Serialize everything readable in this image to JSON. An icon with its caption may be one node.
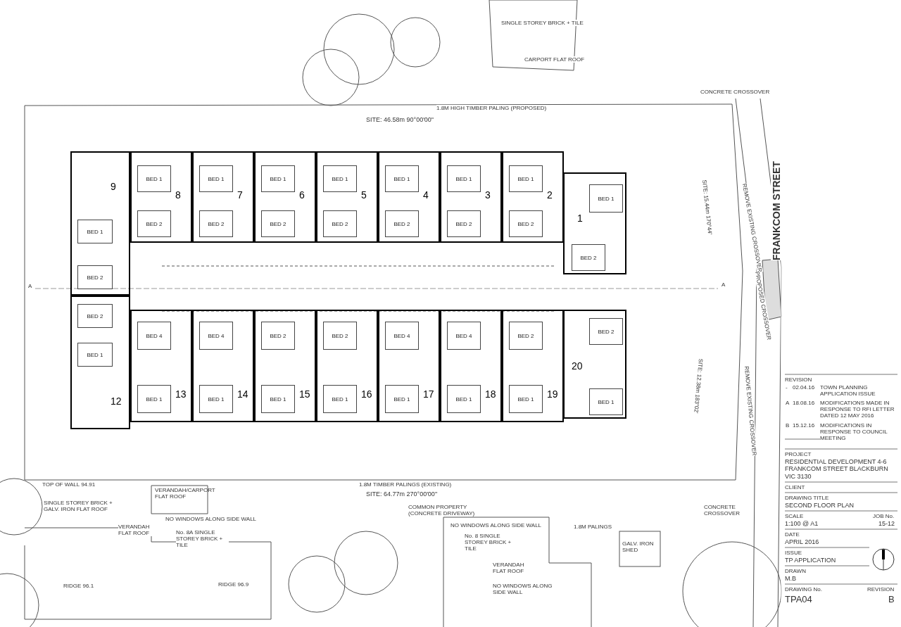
{
  "diagram": {
    "nodes": [
      {
        "text": [
          "9"
        ]
      },
      {
        "text": [
          "BED 1"
        ],
        "in": 0
      },
      {
        "text": [
          "BED 2"
        ],
        "in": 0
      },
      {
        "text": [
          "8"
        ]
      },
      {
        "text": [
          "BED 1"
        ],
        "in": 3
      },
      {
        "text": [
          "BED 2"
        ],
        "in": 3
      },
      {
        "text": [
          "7"
        ]
      },
      {
        "text": [
          "BED 1"
        ],
        "in": 6
      },
      {
        "text": [
          "BED 2"
        ],
        "in": 6
      },
      {
        "text": [
          "6"
        ]
      },
      {
        "text": [
          "BED 1"
        ],
        "in": 9
      },
      {
        "text": [
          "BED 2"
        ],
        "in": 9
      },
      {
        "text": [
          "5"
        ]
      },
      {
        "text": [
          "BED 1"
        ],
        "in": 12
      },
      {
        "text": [
          "BED 2"
        ],
        "in": 12
      },
      {
        "text": [
          "4"
        ]
      },
      {
        "text": [
          "BED 1"
        ],
        "in": 15
      },
      {
        "text": [
          "BED 2"
        ],
        "in": 15
      },
      {
        "text": [
          "3"
        ]
      },
      {
        "text": [
          "BED 1"
        ],
        "in": 18
      },
      {
        "text": [
          "BED 2"
        ],
        "in": 18
      },
      {
        "text": [
          "2"
        ]
      },
      {
        "text": [
          "BED 1"
        ],
        "in": 21
      },
      {
        "text": [
          "BED 2"
        ],
        "in": 21
      },
      {
        "text": [
          "1"
        ]
      },
      {
        "text": [
          "BED 1"
        ],
        "in": 24
      },
      {
        "text": [
          "BED 2"
        ],
        "in": 24
      },
      {
        "text": [
          "12"
        ]
      },
      {
        "text": [
          "BED 2"
        ],
        "in": 27
      },
      {
        "text": [
          "BED 1"
        ],
        "in": 27
      },
      {
        "text": [
          "13"
        ]
      },
      {
        "text": [
          "BED 4"
        ],
        "in": 30
      },
      {
        "text": [
          "BED 1"
        ],
        "in": 30
      },
      {
        "text": [
          "14"
        ]
      },
      {
        "text": [
          "BED 4"
        ],
        "in": 33
      },
      {
        "text": [
          "BED 1"
        ],
        "in": 33
      },
      {
        "text": [
          "15"
        ]
      },
      {
        "text": [
          "BED 2"
        ],
        "in": 36
      },
      {
        "text": [
          "BED 1"
        ],
        "in": 36
      },
      {
        "text": [
          "16"
        ]
      },
      {
        "text": [
          "BED 2"
        ],
        "in": 39
      },
      {
        "text": [
          "BED 1"
        ],
        "in": 39
      },
      {
        "text": [
          "17"
        ]
      },
      {
        "text": [
          "BED 4"
        ],
        "in": 42
      },
      {
        "text": [
          "BED 1"
        ],
        "in": 42
      },
      {
        "text": [
          "18"
        ]
      },
      {
        "text": [
          "BED 4"
        ],
        "in": 45
      },
      {
        "text": [
          "BED 1"
        ],
        "in": 45
      },
      {
        "text": [
          "19"
        ]
      },
      {
        "text": [
          "BED 2"
        ],
        "in": 48
      },
      {
        "text": [
          "BED 1"
        ],
        "in": 48
      },
      {
        "text": [
          "20"
        ]
      },
      {
        "text": [
          "BED 2"
        ],
        "in": 51
      },
      {
        "text": [
          "BED 1"
        ],
        "in": 51
      }
    ],
    "edges": [],
    "labels": [
      "SINGLE STOREY BRICK + TILE",
      "CARPORT FLAT ROOF",
      "SITE: 46.58m 90°00'00\"",
      "1.8M HIGH TIMBER PALING (PROPOSED)",
      "CONCRETE CROSSOVER",
      "SITE: 15.44m 170°44'",
      "REMOVE EXISTING CROSSOVER",
      "FRANKCOM STREET",
      "PROPOSED CROSSOVER",
      "A",
      "A",
      "SITE: 12.38m 183°02'",
      "REMOVE EXISTING CROSSOVER",
      "TOP OF WALL 94.91",
      "SINGLE STOREY BRICK + GALV. IRON FLAT ROOF",
      "VERANDAH/CARPORT FLAT ROOF",
      "VERANDAH FLAT ROOF",
      "NO WINDOWS ALONG SIDE WALL",
      "No. 8A SINGLE STOREY BRICK + TILE",
      "RIDGE 96.1",
      "RIDGE 96.9",
      "1.8M TIMBER PALINGS (EXISTING)",
      "SITE: 64.77m 270°00'00\"",
      "COMMON PROPERTY (CONCRETE DRIVEWAY)",
      "NO WINDOWS ALONG SIDE WALL",
      "No. 8 SINGLE STOREY BRICK + TILE",
      "1.8M PALINGS",
      "GALV. IRON SHED",
      "VERANDAH FLAT ROOF",
      "NO WINDOWS ALONG SIDE WALL",
      "CONCRETE CROSSOVER",
      "REVISION",
      "-",
      "02.04.16",
      "TOWN PLANNING APPLICATION ISSUE",
      "A",
      "18.08.16",
      "MODIFICATIONS MADE IN RESPONSE TO RFI LETTER DATED 12 MAY 2016",
      "B",
      "15.12.16",
      "MODIFICATIONS IN RESPONSE TO COUNCIL MEETING",
      "PROJECT",
      "RESIDENTIAL DEVELOPMENT 4-6 FRANKCOM STREET BLACKBURN VIC 3130",
      "CLIENT",
      "DRAWING TITLE",
      "SECOND FLOOR PLAN",
      "SCALE",
      "JOB No.",
      "1:100 @ A1",
      "15-12",
      "DATE",
      "APRIL 2016",
      "ISSUE",
      "TP APPLICATION",
      "DRAWN",
      "M.B",
      "DRAWING No.",
      "REVISION",
      "TPA04",
      "B"
    ]
  }
}
